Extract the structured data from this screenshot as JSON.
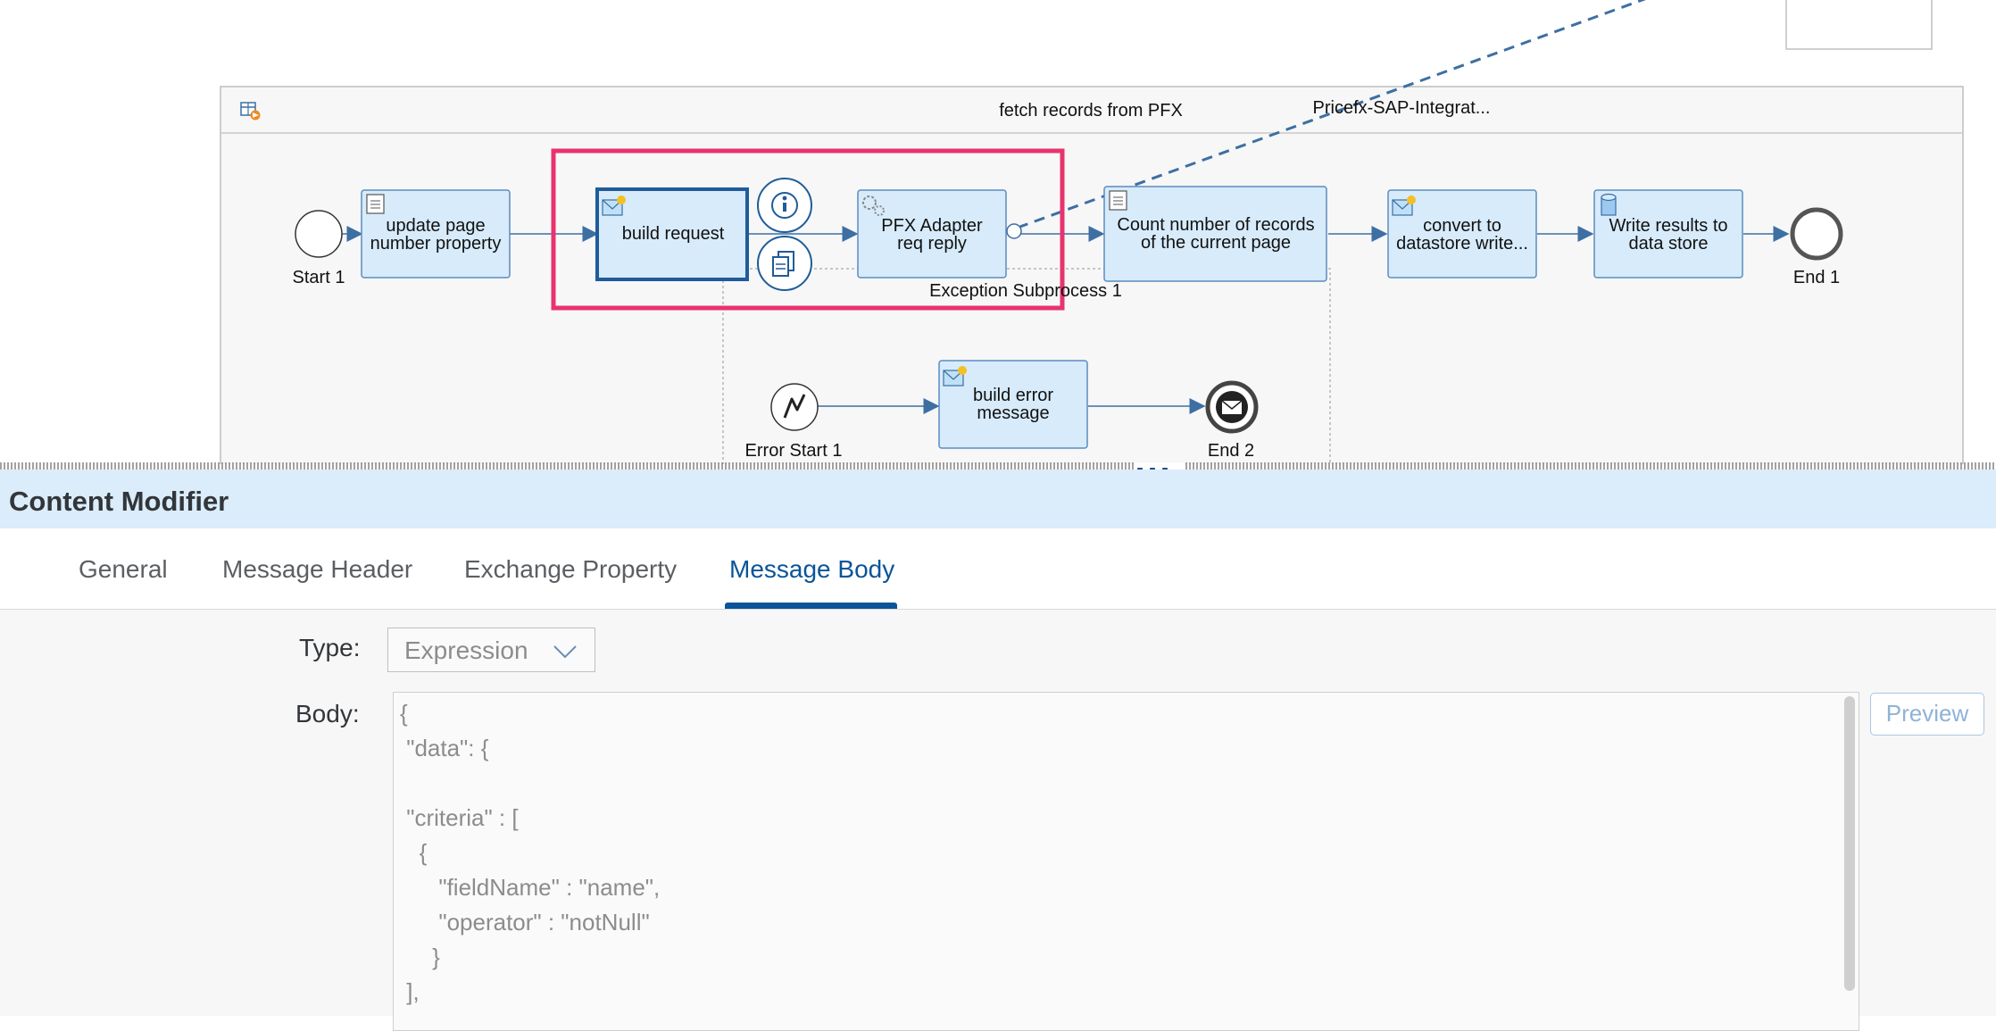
{
  "diagram": {
    "integration_process_label": "fetch records from PFX",
    "receiver_label": "Pricefx-SAP-Integrat...",
    "start_event": "Start 1",
    "steps": [
      {
        "line1": "update page",
        "line2": "number property"
      },
      {
        "line1": "build request",
        "line2": ""
      },
      {
        "line1": "PFX Adapter",
        "line2": "req reply"
      },
      {
        "line1": "Count number of records",
        "line2": "of the current page"
      },
      {
        "line1": "convert to",
        "line2": "datastore write..."
      },
      {
        "line1": "Write results to",
        "line2": "data store"
      }
    ],
    "end_event": "End 1",
    "subprocess_label": "Exception Subprocess 1",
    "error_start": "Error Start 1",
    "error_step": {
      "line1": "build error",
      "line2": "message"
    },
    "end_event_2": "End 2",
    "highlight_color": "#e8336d",
    "accent_color": "#1f5c99"
  },
  "panel": {
    "title": "Content Modifier",
    "tabs": [
      {
        "label": "General",
        "active": false
      },
      {
        "label": "Message Header",
        "active": false
      },
      {
        "label": "Exchange Property",
        "active": false
      },
      {
        "label": "Message Body",
        "active": true
      }
    ]
  },
  "form": {
    "type_label": "Type:",
    "type_value": "Expression",
    "body_label": "Body:",
    "body_text": "{\n \"data\": {\n\n \"criteria\" : [\n   {\n      \"fieldName\" : \"name\",\n      \"operator\" : \"notNull\"\n     }\n ],",
    "preview_label": "Preview"
  }
}
